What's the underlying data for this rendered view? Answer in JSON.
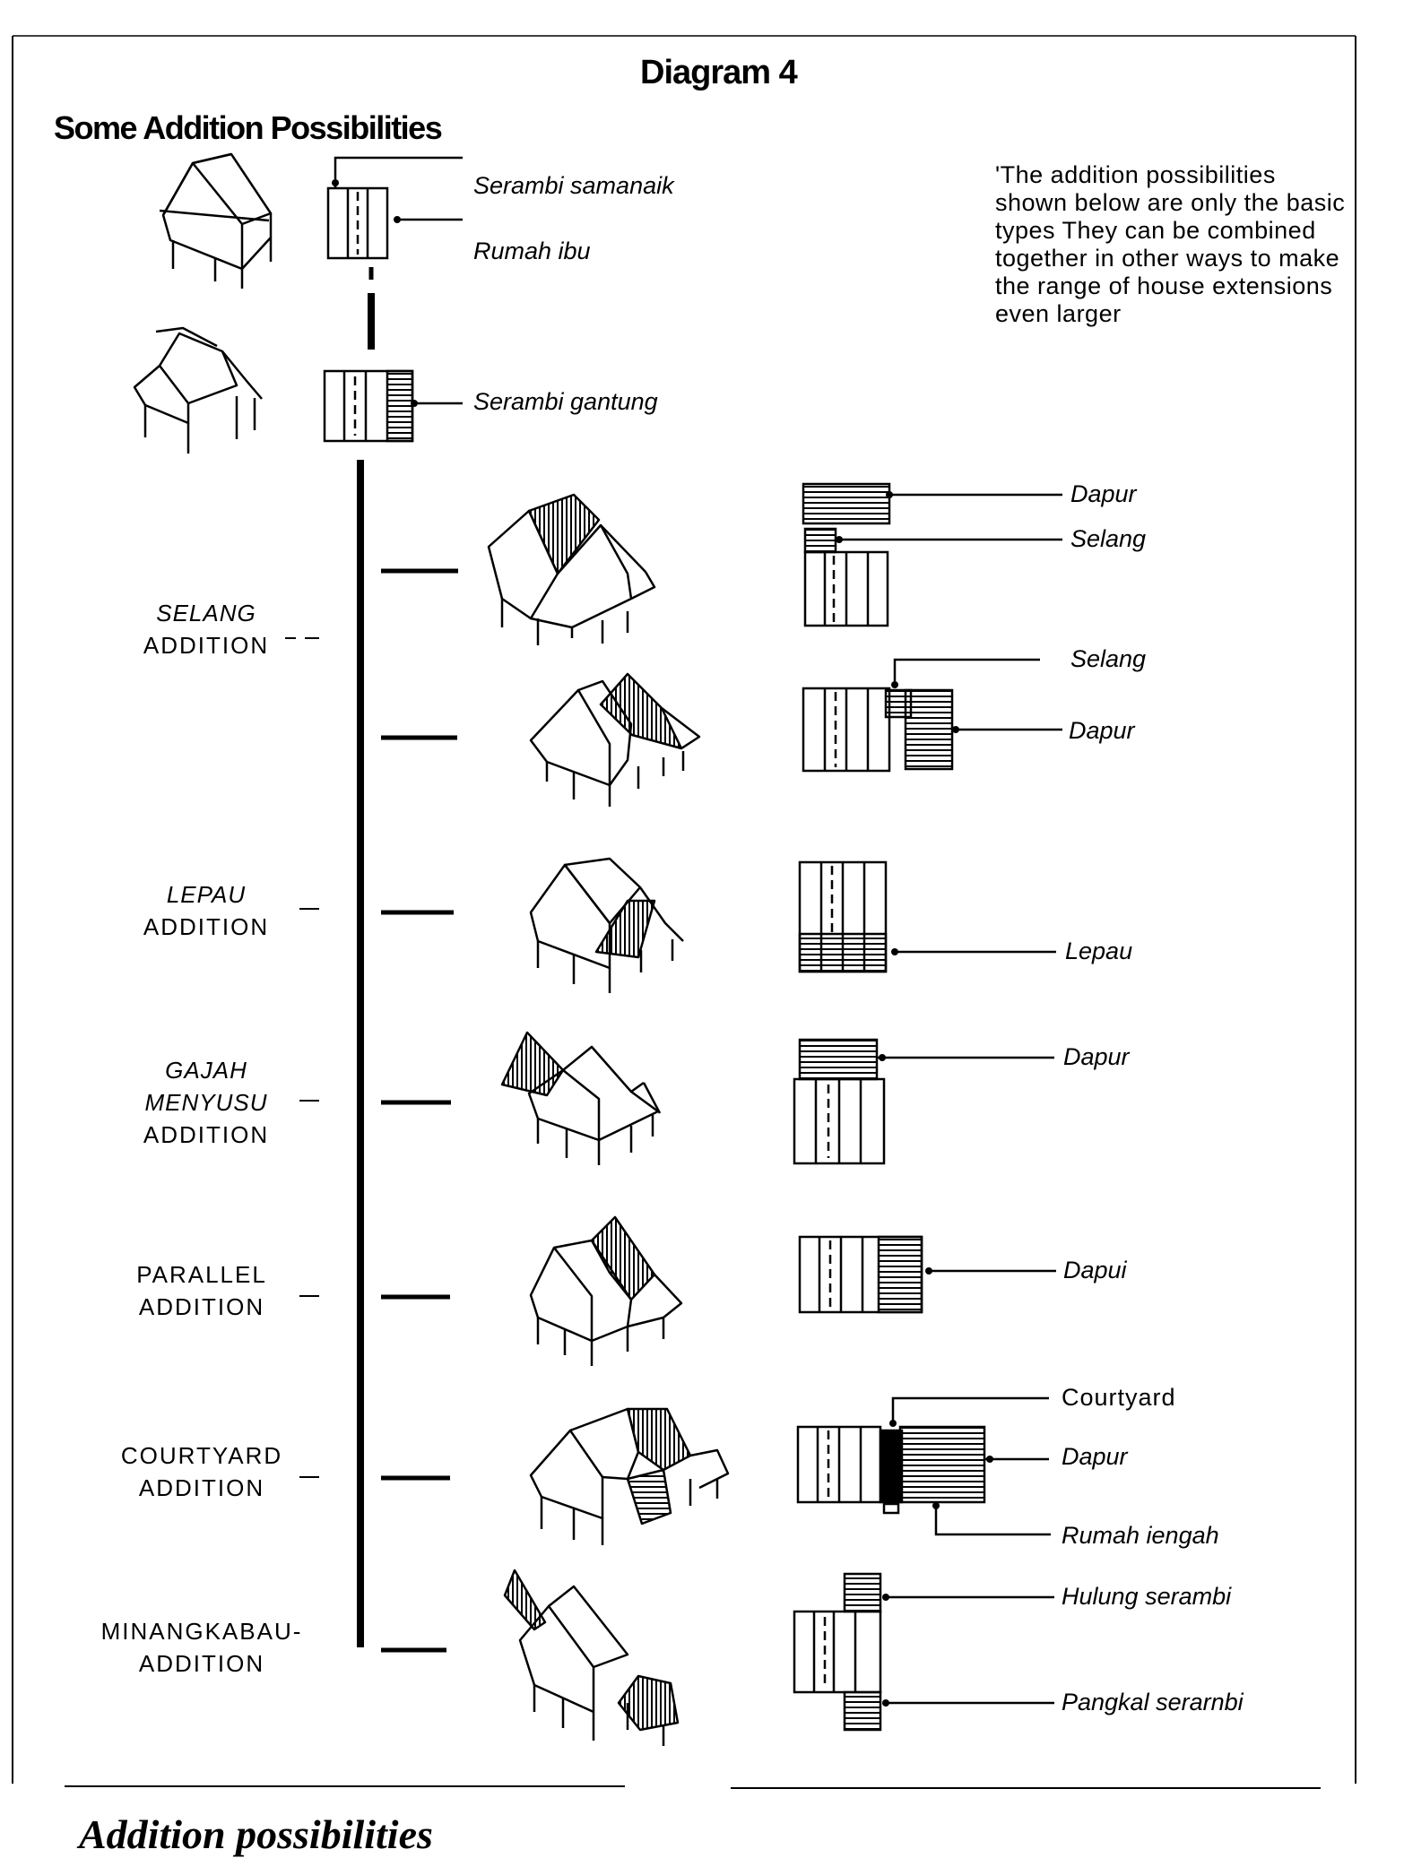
{
  "title": "Diagram 4",
  "subtitle": "Some Addition Possibilities",
  "note": "'The  addition possibilities shown  below are only the basic types  They can be combined together in other ways to make the range of house extensions even larger",
  "top_labels": {
    "serambi_samanaik": "Serambi samanaik",
    "rumah_ibu": "Rumah ibu",
    "serambi_gantung": "Serambi gantung"
  },
  "rows": [
    {
      "name_line1": "SELANG",
      "name_line2": "ADDITION",
      "plan_labels": [
        "Dapur",
        "Selang",
        "Selang",
        "Dapur"
      ]
    },
    {
      "name_line1": "LEPAU",
      "name_line2": "ADDITION",
      "plan_labels": [
        "Lepau"
      ]
    },
    {
      "name_line1": "GAJAH",
      "name_line1b": "MENYUSU",
      "name_line2": "ADDITION",
      "plan_labels": [
        "Dapur"
      ]
    },
    {
      "name_line1": "PARALLEL",
      "name_line2": "ADDITION",
      "plan_labels": [
        "Dapui"
      ]
    },
    {
      "name_line1": "COURTYARD",
      "name_line2": "ADDITION",
      "plan_labels": [
        "Courtyard",
        "Dapur",
        "Rumah iengah"
      ]
    },
    {
      "name_line1": "MINANGKABAU-",
      "name_line2": "ADDITION",
      "plan_labels": [
        "Hulung serambi",
        "Pangkal serarnbi"
      ]
    }
  ],
  "caption": "Addition possibilities"
}
